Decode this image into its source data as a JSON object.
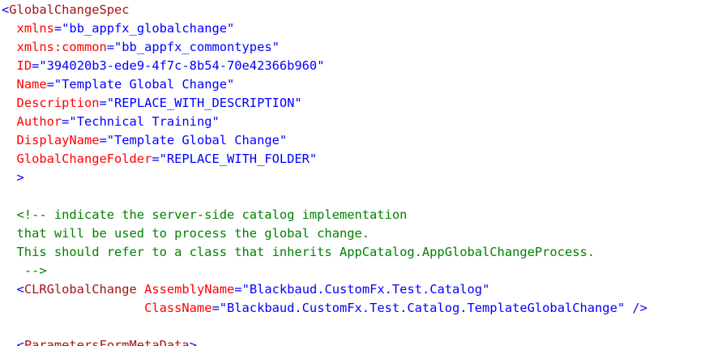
{
  "editor": {
    "colors": {
      "delimiter": "#0000ff",
      "element": "#a31515",
      "attribute": "#ff0000",
      "value": "#0000ff",
      "comment": "#008000",
      "background": "#ffffff"
    },
    "lines": [
      [
        {
          "t": "<",
          "c": "b"
        },
        {
          "t": "GlobalChangeSpec",
          "c": "m"
        }
      ],
      [
        {
          "t": "  ",
          "c": "k"
        },
        {
          "t": "xmlns",
          "c": "r"
        },
        {
          "t": "=\"bb_appfx_globalchange\"",
          "c": "b"
        }
      ],
      [
        {
          "t": "  ",
          "c": "k"
        },
        {
          "t": "xmlns:common",
          "c": "r"
        },
        {
          "t": "=\"bb_appfx_commontypes\"",
          "c": "b"
        }
      ],
      [
        {
          "t": "  ",
          "c": "k"
        },
        {
          "t": "ID",
          "c": "r"
        },
        {
          "t": "=\"394020b3-ede9-4f7c-8b54-70e42366b960\"",
          "c": "b"
        }
      ],
      [
        {
          "t": "  ",
          "c": "k"
        },
        {
          "t": "Name",
          "c": "r"
        },
        {
          "t": "=\"Template Global Change\"",
          "c": "b"
        }
      ],
      [
        {
          "t": "  ",
          "c": "k"
        },
        {
          "t": "Description",
          "c": "r"
        },
        {
          "t": "=\"REPLACE_WITH_DESCRIPTION\"",
          "c": "b"
        }
      ],
      [
        {
          "t": "  ",
          "c": "k"
        },
        {
          "t": "Author",
          "c": "r"
        },
        {
          "t": "=\"Technical Training\"",
          "c": "b"
        }
      ],
      [
        {
          "t": "  ",
          "c": "k"
        },
        {
          "t": "DisplayName",
          "c": "r"
        },
        {
          "t": "=\"Template Global Change\"",
          "c": "b"
        }
      ],
      [
        {
          "t": "  ",
          "c": "k"
        },
        {
          "t": "GlobalChangeFolder",
          "c": "r"
        },
        {
          "t": "=\"REPLACE_WITH_FOLDER\"",
          "c": "b"
        }
      ],
      [
        {
          "t": "  >",
          "c": "b"
        }
      ],
      [],
      [
        {
          "t": "  <!-- indicate the server-side catalog implementation",
          "c": "c"
        }
      ],
      [
        {
          "t": "  that will be used to process the global change.",
          "c": "c"
        }
      ],
      [
        {
          "t": "  This should refer to a class that inherits AppCatalog.AppGlobalChangeProcess.",
          "c": "c"
        }
      ],
      [
        {
          "t": "   -->",
          "c": "c"
        }
      ],
      [
        {
          "t": "  <",
          "c": "b"
        },
        {
          "t": "CLRGlobalChange",
          "c": "m"
        },
        {
          "t": " ",
          "c": "k"
        },
        {
          "t": "AssemblyName",
          "c": "r"
        },
        {
          "t": "=\"Blackbaud.CustomFx.Test.Catalog\"",
          "c": "b"
        }
      ],
      [
        {
          "t": "                   ",
          "c": "k"
        },
        {
          "t": "ClassName",
          "c": "r"
        },
        {
          "t": "=\"Blackbaud.CustomFx.Test.Catalog.TemplateGlobalChange\"",
          "c": "b"
        },
        {
          "t": " />",
          "c": "b"
        }
      ],
      [],
      [
        {
          "t": "  <",
          "c": "b"
        },
        {
          "t": "ParametersFormMetaData",
          "c": "m"
        },
        {
          "t": ">",
          "c": "b"
        }
      ]
    ]
  }
}
